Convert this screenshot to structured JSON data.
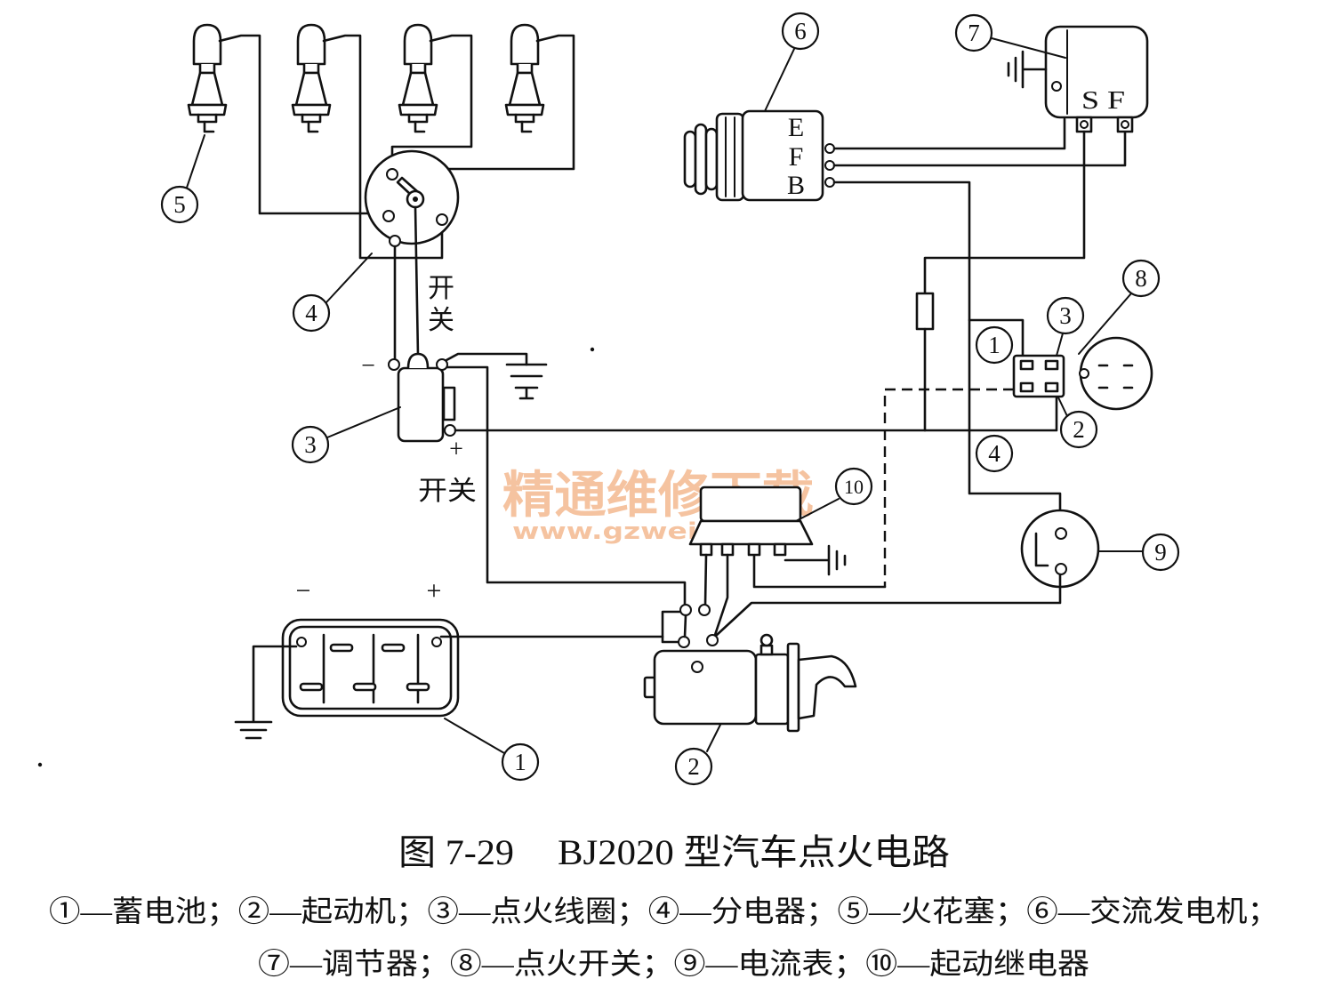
{
  "figure": {
    "caption_number": "图 7-29",
    "caption_title": "BJ2020 型汽车点火电路",
    "legend_line_1": "①—蓄电池；②—起动机；③—点火线圈；④—分电器；⑤—火花塞；⑥—交流发电机；",
    "legend_line_2": "⑦—调节器；⑧—点火开关；⑨—电流表；⑩—起动继电器"
  },
  "callouts": {
    "battery": "1",
    "starter": "2",
    "ignition_coil": "3",
    "distributor": "4",
    "spark_plug": "5",
    "alternator": "6",
    "regulator": "7",
    "ignition_switch": "8",
    "ammeter": "9",
    "starter_relay": "10",
    "switch_terminal_1": "1",
    "switch_terminal_2": "2",
    "switch_terminal_3": "3",
    "switch_terminal_4": "4"
  },
  "labels": {
    "distributor_wire_switch_1": "开",
    "distributor_wire_switch_2": "关",
    "coil_wire_switch": "开关",
    "coil_negative": "−",
    "coil_positive": "+",
    "battery_negative": "−",
    "battery_positive": "+",
    "alternator_terminal_e": "E",
    "alternator_terminal_f": "F",
    "alternator_terminal_b": "B",
    "regulator_terminals": "S F"
  },
  "watermark": {
    "text": "精通维修下载",
    "url": "www.gzweix.com"
  },
  "colors": {
    "line": "#111111",
    "watermark": "#f5c3a0",
    "background": "#ffffff"
  }
}
